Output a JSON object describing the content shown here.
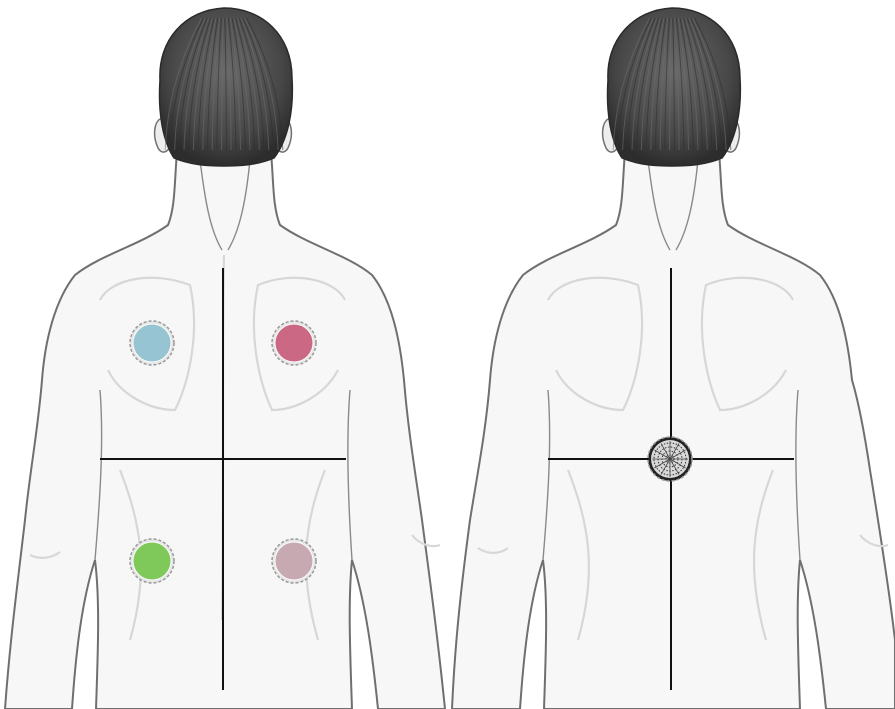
{
  "figures": [
    {
      "id": "left-back",
      "markers": [
        {
          "name": "upper-left-quadrant-marker",
          "color": "#8fc1d2",
          "rim": "#e6e6e6"
        },
        {
          "name": "upper-right-quadrant-marker",
          "color": "#c95c7b",
          "rim": "#e6e6e6"
        },
        {
          "name": "lower-left-quadrant-marker",
          "color": "#73c64b",
          "rim": "#e6e6e6"
        },
        {
          "name": "lower-right-quadrant-marker",
          "color": "#c4a3ad",
          "rim": "#e6e6e6"
        }
      ]
    },
    {
      "id": "right-back",
      "markers": [
        {
          "name": "center-marker",
          "color": "#8a8a8a",
          "rim": "#222222",
          "pattern": "mandala"
        }
      ]
    }
  ],
  "colors": {
    "skin": "#f7f7f7",
    "outline": "#6f6f6f",
    "hair": "#4a4a4a",
    "hair_dark": "#2e2e2e",
    "shade": "#d7d7d7",
    "crosshair": "#111111"
  }
}
